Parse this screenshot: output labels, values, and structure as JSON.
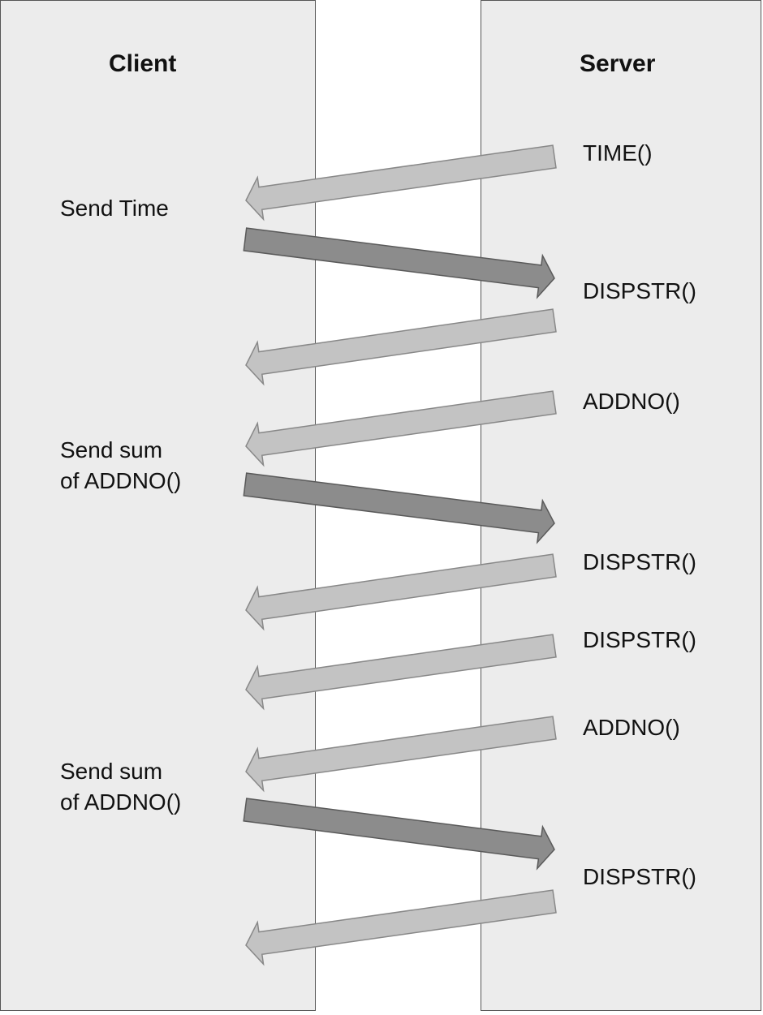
{
  "colors": {
    "lane_fill": "#ececec",
    "lane_border": "#555555",
    "arrow_to_client": "#c3c3c3",
    "arrow_to_server": "#8c8c8c"
  },
  "lanes": {
    "client": {
      "title": "Client"
    },
    "server": {
      "title": "Server"
    }
  },
  "client_labels": [
    {
      "text": "Send Time"
    },
    {
      "text": "Send sum\nof ADDNO()"
    },
    {
      "text": "Send sum\nof ADDNO()"
    }
  ],
  "server_labels": [
    {
      "text": "TIME()"
    },
    {
      "text": "DISPSTR()"
    },
    {
      "text": "ADDNO()"
    },
    {
      "text": "DISPSTR()"
    },
    {
      "text": "DISPSTR()"
    },
    {
      "text": "ADDNO()"
    },
    {
      "text": "DISPSTR()"
    }
  ],
  "messages": [
    {
      "direction": "server-to-client"
    },
    {
      "direction": "client-to-server"
    },
    {
      "direction": "server-to-client"
    },
    {
      "direction": "server-to-client"
    },
    {
      "direction": "client-to-server"
    },
    {
      "direction": "server-to-client"
    },
    {
      "direction": "server-to-client"
    },
    {
      "direction": "server-to-client"
    },
    {
      "direction": "client-to-server"
    },
    {
      "direction": "server-to-client"
    }
  ]
}
